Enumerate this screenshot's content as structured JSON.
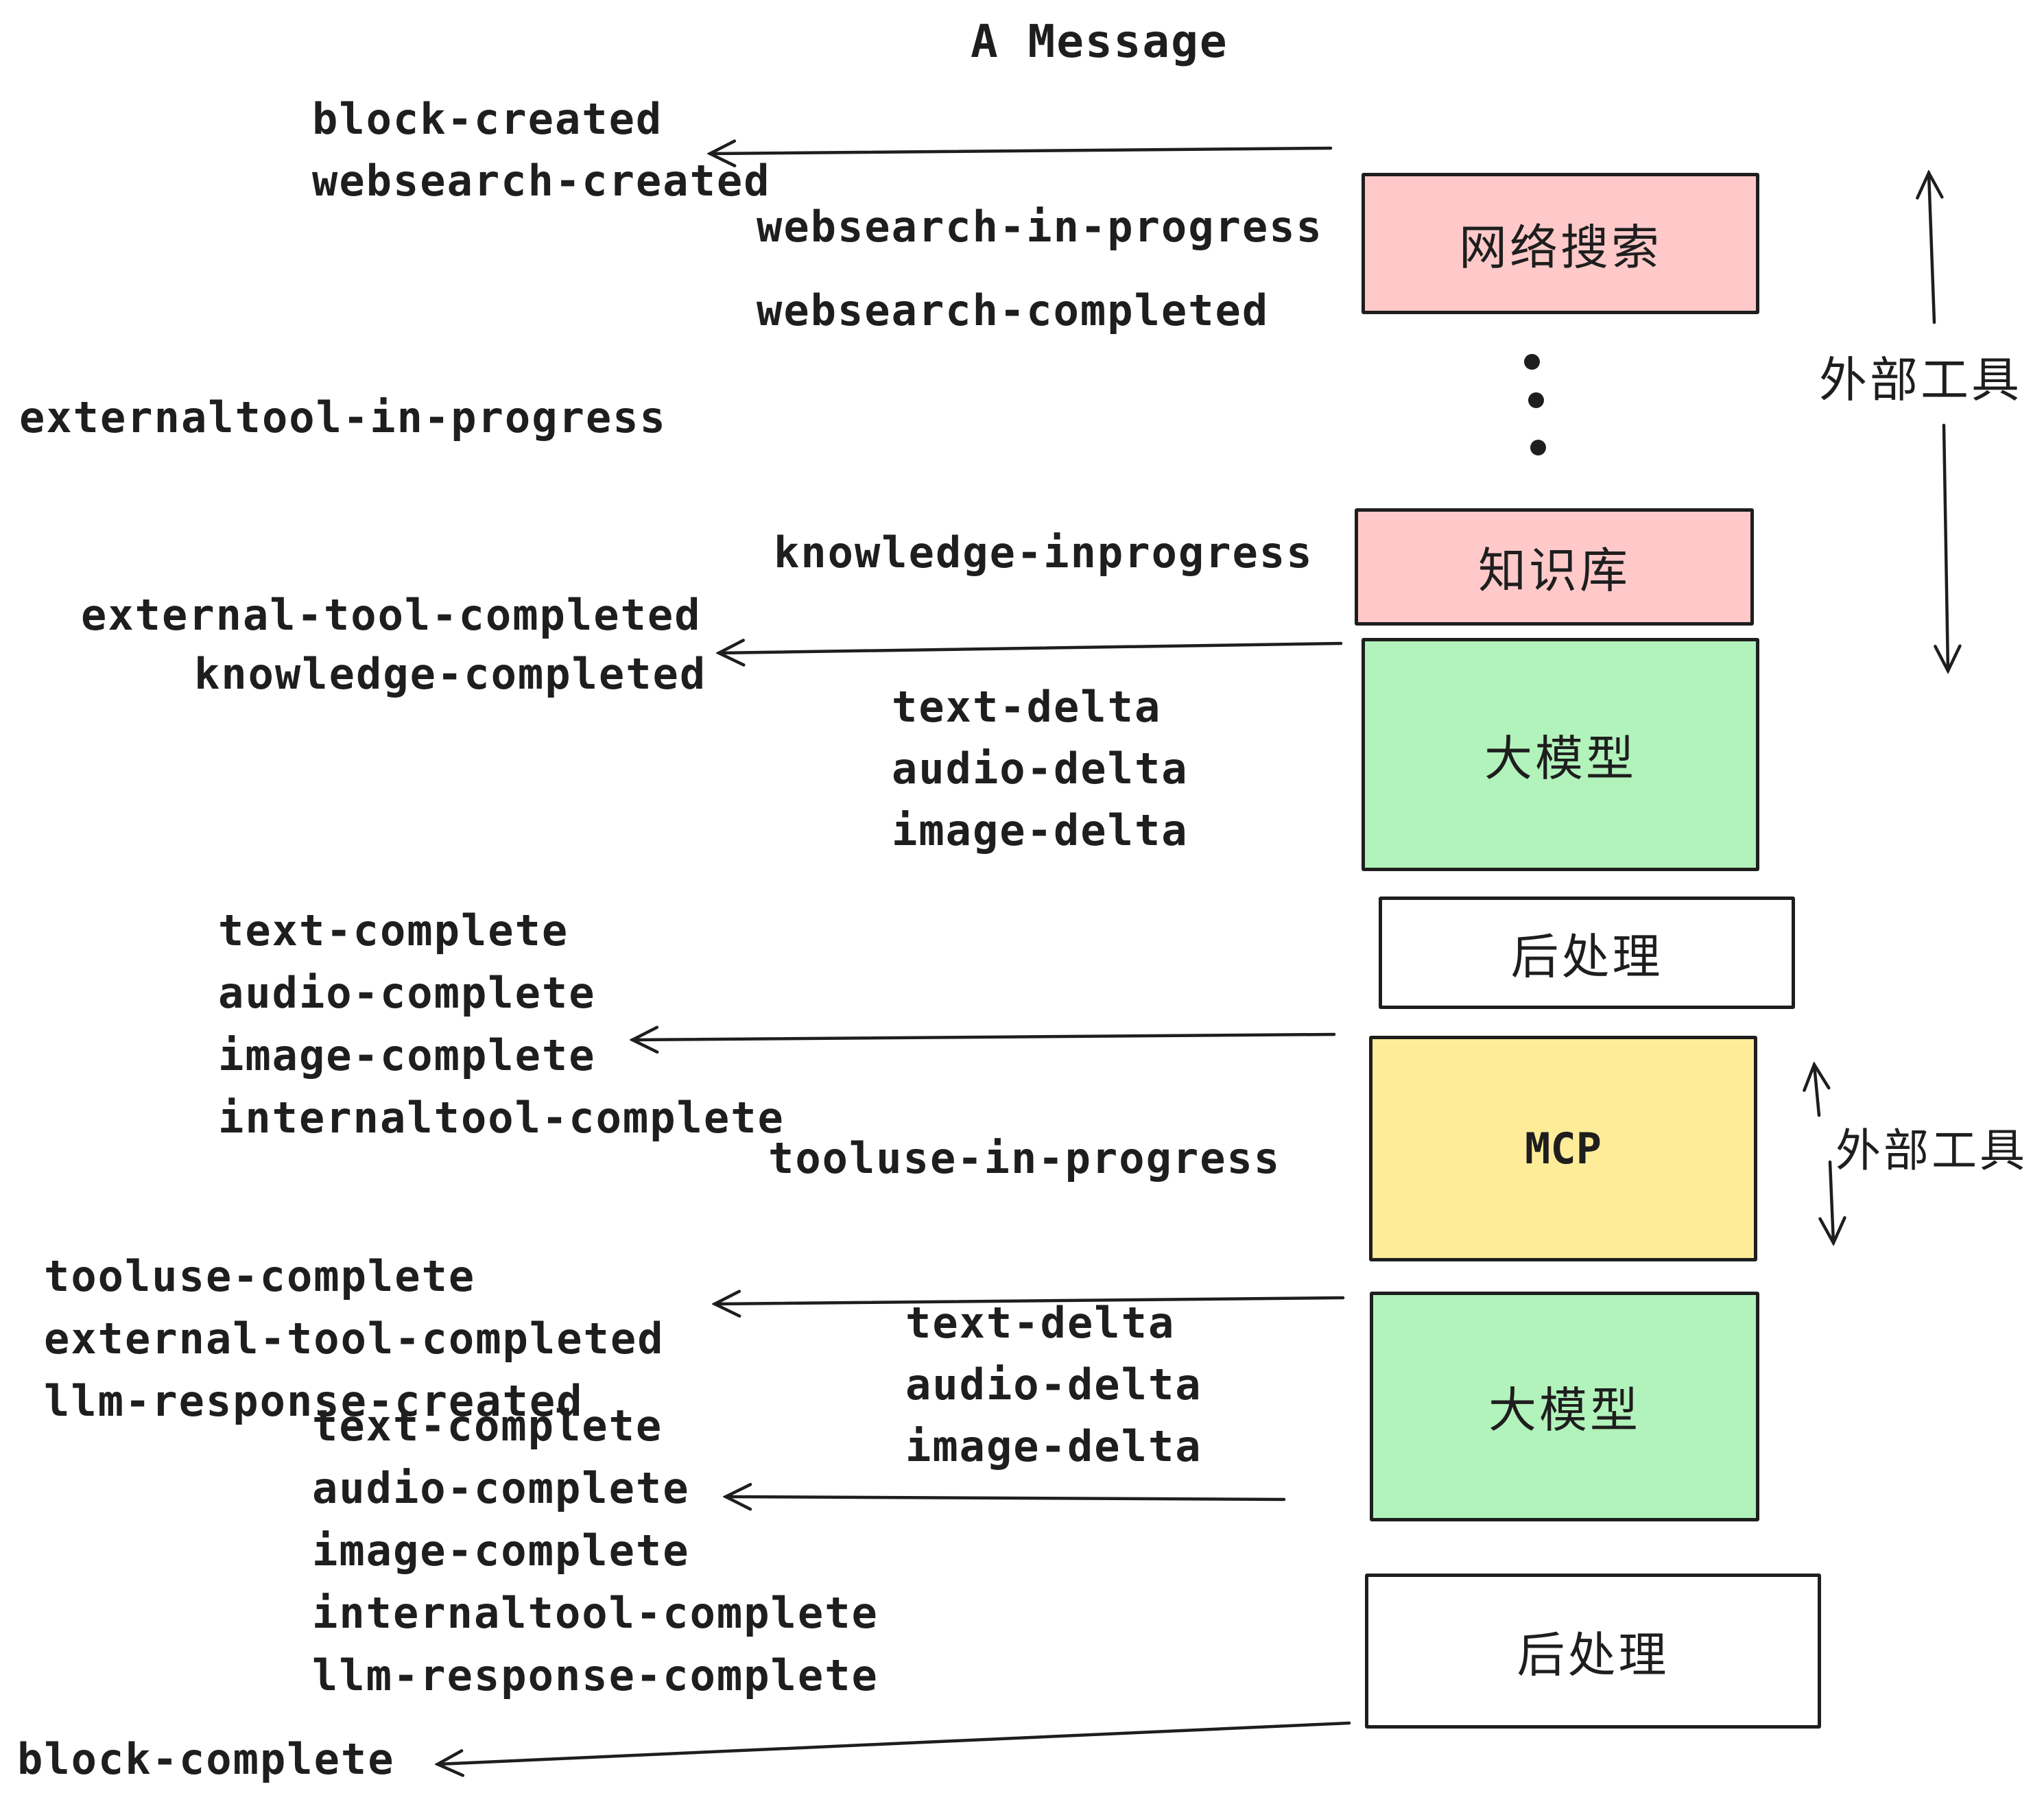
{
  "title": "A Message",
  "colors": {
    "box_pink": "#ffc9c9",
    "box_green": "#b2f2bb",
    "box_yellow": "#ffec99",
    "box_white": "#ffffff",
    "ink": "#1e1e1e",
    "background": "#ffffff"
  },
  "boxes": {
    "websearch": "网络搜索",
    "knowledge": "知识库",
    "llm1": "大模型",
    "post1": "后处理",
    "mcp": "MCP",
    "llm2": "大模型",
    "post2": "后处理"
  },
  "side_labels": {
    "external_tools_top": "外部工具",
    "external_tools_mcp": "外部工具"
  },
  "events": {
    "block_created": "block-created",
    "websearch_created": "websearch-created",
    "websearch_in_progress": "websearch-in-progress",
    "websearch_completed": "websearch-completed",
    "externaltool_in_progress": "externaltool-in-progress",
    "knowledge_inprogress": "knowledge-inprogress",
    "external_tool_completed_1": "external-tool-completed",
    "knowledge_completed": "knowledge-completed",
    "text_delta_1": "text-delta",
    "audio_delta_1": "audio-delta",
    "image_delta_1": "image-delta",
    "text_complete_1": "text-complete",
    "audio_complete_1": "audio-complete",
    "image_complete_1": "image-complete",
    "internaltool_complete_1": "internaltool-complete",
    "tooluse_in_progress": "tooluse-in-progress",
    "tooluse_complete": "tooluse-complete",
    "external_tool_completed_2": "external-tool-completed",
    "llm_response_created": "llm-response-created",
    "text_delta_2": "text-delta",
    "audio_delta_2": "audio-delta",
    "image_delta_2": "image-delta",
    "text_complete_2": "text-complete",
    "audio_complete_2": "audio-complete",
    "image_complete_2": "image-complete",
    "internaltool_complete_2": "internaltool-complete",
    "llm_response_complete": "llm-response-complete",
    "block_complete": "block-complete"
  }
}
